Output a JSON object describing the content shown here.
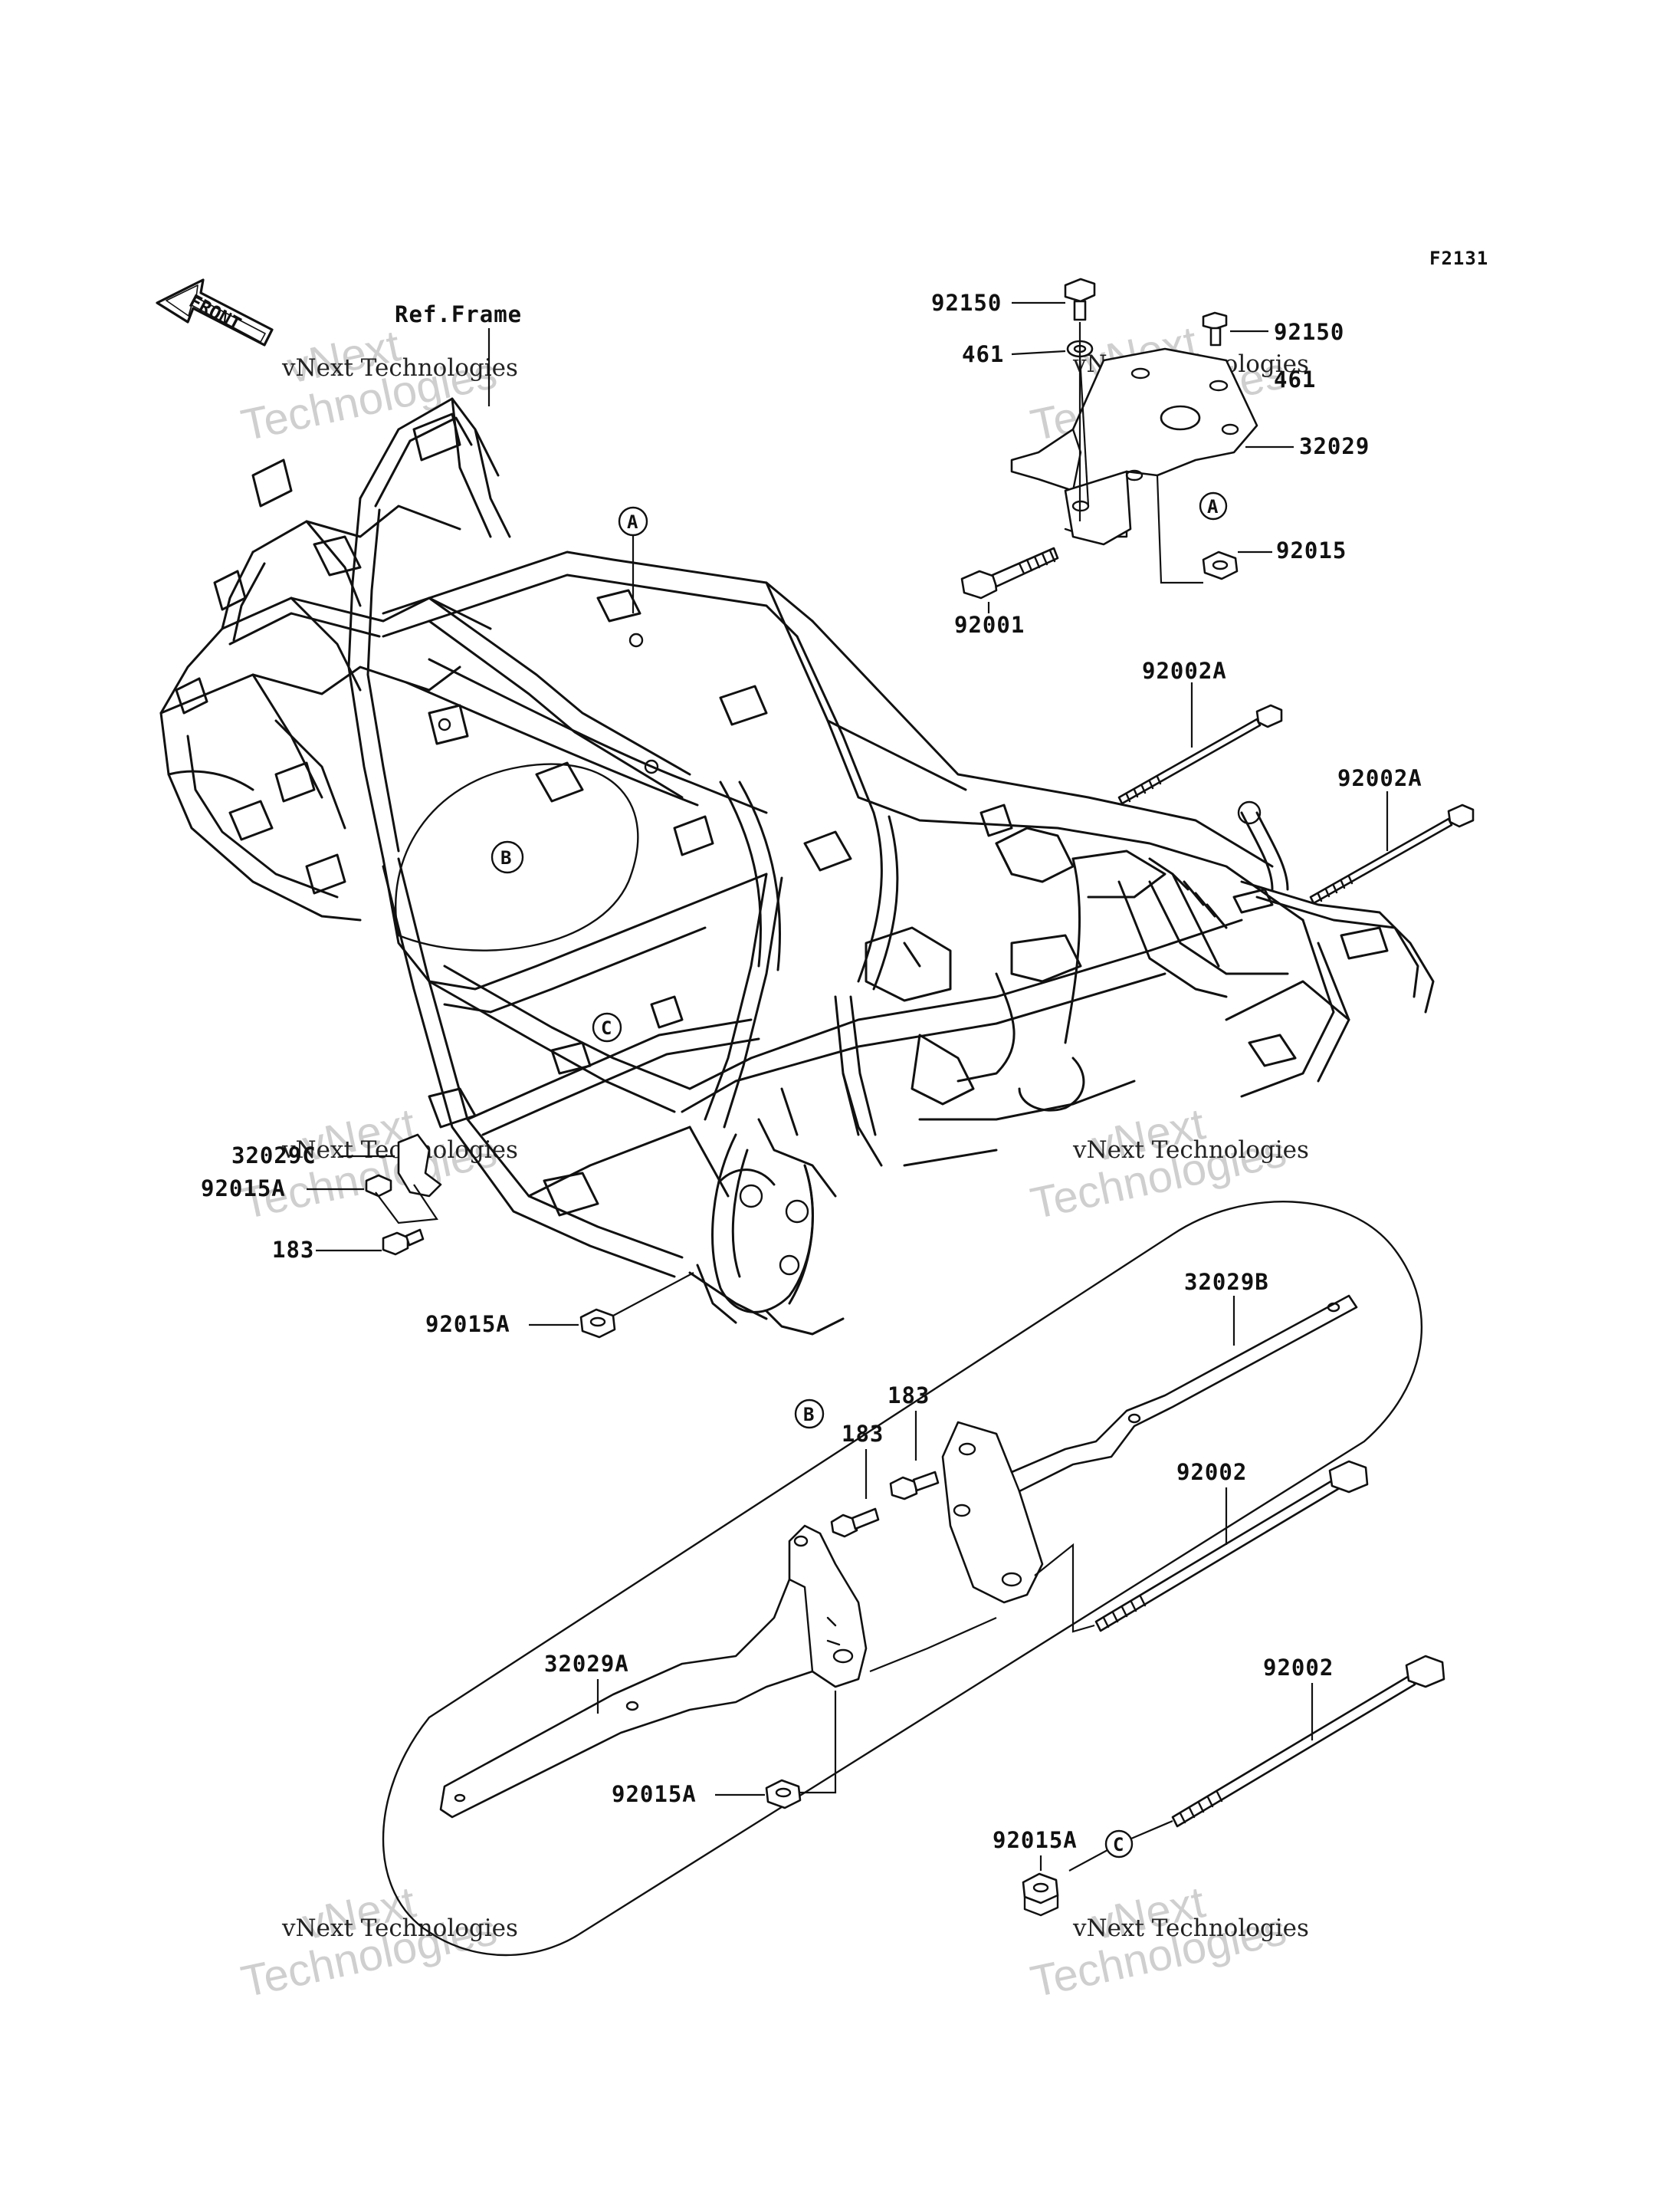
{
  "figure": {
    "code": "F2131",
    "front_arrow": "FRONT",
    "ref_frame": "Ref.Frame"
  },
  "callouts": {
    "A": "A",
    "B": "B",
    "C": "C"
  },
  "labels": {
    "p92150_left": "92150",
    "p92150_right": "92150",
    "p461_left": "461",
    "p461_right": "461",
    "p32029": "32029",
    "p92015": "92015",
    "p92001": "92001",
    "p92002A_top": "92002A",
    "p92002A_right": "92002A",
    "p32029C": "32029C",
    "p92015A_left": "92015A",
    "p183_left": "183",
    "p92015A_bottom": "92015A",
    "p32029B": "32029B",
    "p183_b1": "183",
    "p183_b2": "183",
    "p92002_a": "92002",
    "p32029A": "32029A",
    "p92002_b": "92002",
    "p92015A_inner": "92015A",
    "p92015A_outer": "92015A"
  },
  "watermark": {
    "company": "vNext Technologies",
    "word1": "vNext",
    "word2": "Technologies"
  }
}
